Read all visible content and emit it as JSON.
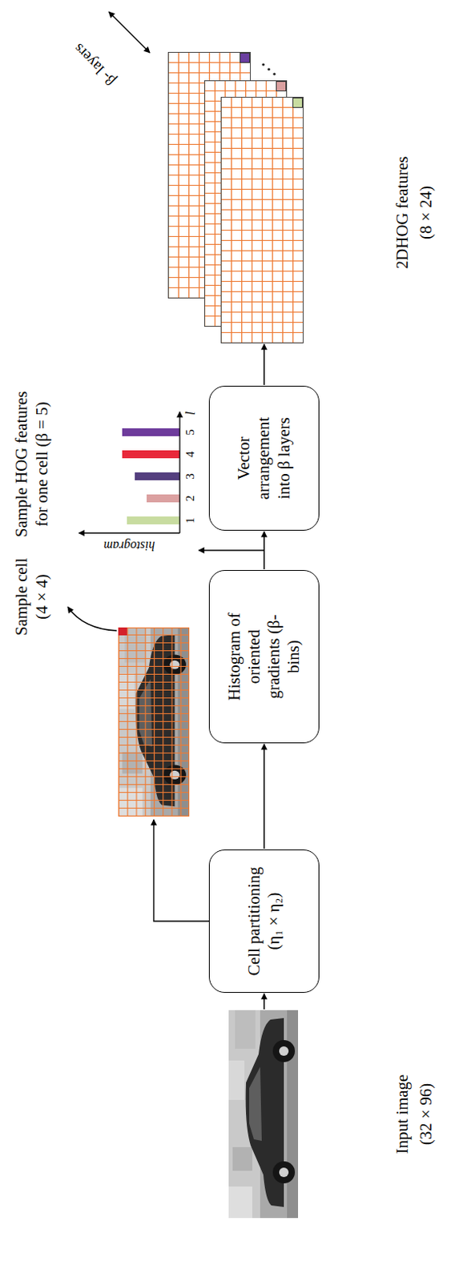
{
  "diagram": {
    "nodes": [
      {
        "text": [
          "Input image (32 × 96)"
        ]
      },
      {
        "text": [
          "Cell partitioning (η₁ × η₂)"
        ]
      },
      {
        "text": [
          "Histogram of oriented gradients (β-bins)"
        ]
      },
      {
        "text": [
          "Vector arrangement into β layers"
        ]
      },
      {
        "text": [
          "2DHOG features (8 × 24)"
        ]
      }
    ],
    "edges": [
      {
        "from": 0,
        "to": 1,
        "arrow": "to"
      },
      {
        "from": 1,
        "to": 2,
        "arrow": "to"
      },
      {
        "from": 2,
        "to": 3,
        "arrow": "to"
      },
      {
        "from": 3,
        "to": 4,
        "arrow": "to"
      }
    ],
    "labels": [
      "Sample cell (4 × 4)",
      "Sample HOG features for one cell (β = 5)",
      "histogram",
      "1",
      "2",
      "3",
      "4",
      "5",
      "l",
      "β- layers"
    ]
  }
}
